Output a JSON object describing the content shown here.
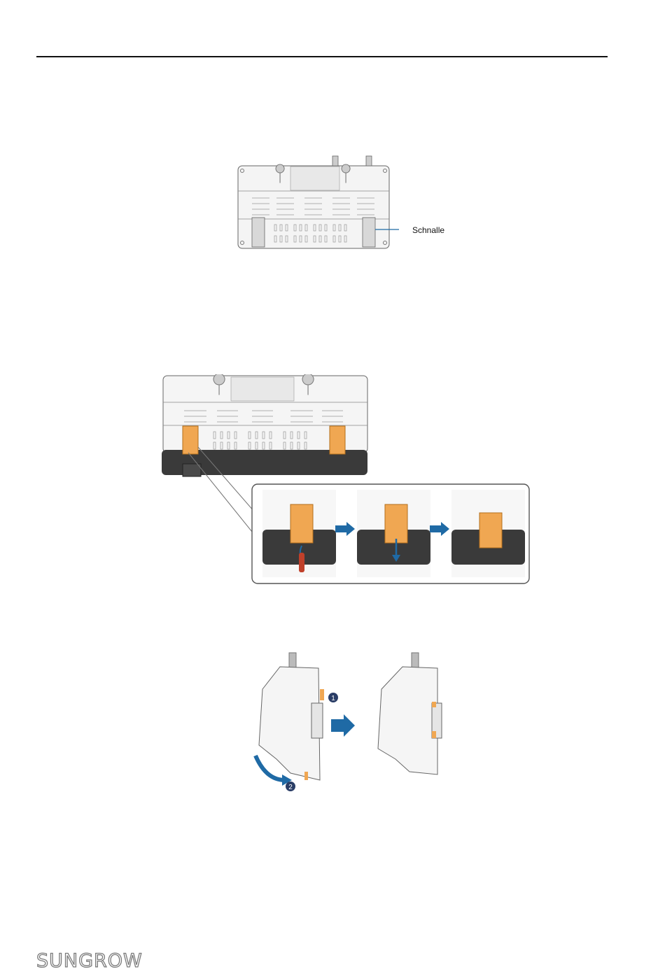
{
  "figure1": {
    "callout_label": "Schnalle"
  },
  "figure3": {
    "step_1": "1",
    "step_2": "2"
  },
  "footer": {
    "logo_text": "SUNGROW"
  },
  "colors": {
    "clip": "#f0a752",
    "arrow": "#1f6aa5",
    "housing": "#f2f2f2",
    "rail": "#3a3a3a"
  }
}
